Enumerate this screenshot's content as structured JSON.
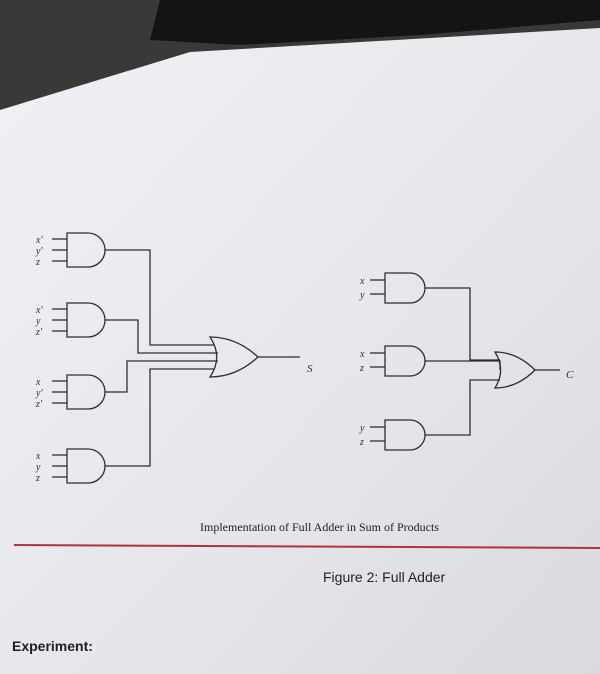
{
  "circuit_sop": {
    "gate_inputs": [
      [
        "x'",
        "y'",
        "z"
      ],
      [
        "x'",
        "y",
        "z'"
      ],
      [
        "x",
        "y'",
        "z'"
      ],
      [
        "x",
        "y",
        "z"
      ]
    ],
    "output": "S"
  },
  "circuit_carry": {
    "gate_inputs": [
      [
        "x",
        "y"
      ],
      [
        "x",
        "z"
      ],
      [
        "y",
        "z"
      ]
    ],
    "output": "C"
  },
  "caption": "Implementation of Full Adder in Sum of Products",
  "figure_title": "Figure 2: Full Adder",
  "section_heading": "Experiment:",
  "colors": {
    "paper": "#e9e9ee",
    "ink": "#2d2d33",
    "rule": "#b3323a",
    "background": "#3a3837"
  }
}
